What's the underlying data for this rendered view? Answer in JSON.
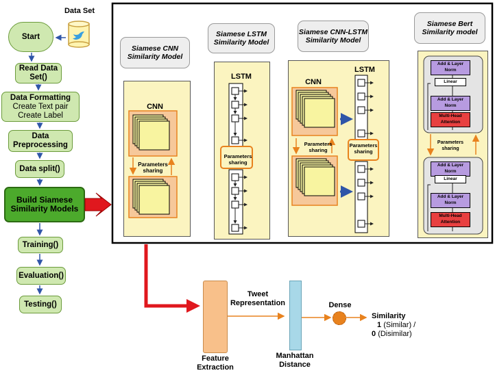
{
  "dataset_label": "Data Set",
  "flow": {
    "start": "Start",
    "read": "Read Data Set()",
    "formatting_title": "Data Formatting",
    "formatting_sub1": "Create Text pair",
    "formatting_sub2": "Create Label",
    "preprocessing": "Data Preprocessing",
    "split": "Data split()",
    "build": "Build Siamese Similarity Models",
    "training": "Training()",
    "evaluation": "Evaluation()",
    "testing": "Testing()"
  },
  "models": {
    "cnn_title": "Siamese CNN Similarity Model",
    "cnn_label": "CNN",
    "lstm_title": "Siamese LSTM Similarity Model",
    "lstm_label": "LSTM",
    "cnnlstm_title": "Siamese CNN-LSTM Similarity Model",
    "cnnlstm_cnn": "CNN",
    "cnnlstm_lstm": "LSTM",
    "bert_title": "Siamese Bert Similarity model",
    "param_sharing": "Parameters sharing",
    "add_norm": "Add & Layer Norm",
    "linear": "Linear",
    "mha": "Multi-Head Attention"
  },
  "bottom": {
    "feature_extraction": "Feature Extraction",
    "tweet_representation": "Tweet Representation",
    "manhattan": "Manhattan Distance",
    "dense": "Dense",
    "similarity": "Similarity",
    "sim1_num": "1",
    "sim1_text": "(Similar) /",
    "sim0_num": "0",
    "sim0_text": "(Disimilar)"
  },
  "colors": {
    "flow_fill": "#cfe8b0",
    "build_fill": "#4caa2c",
    "panel_fill": "#fbf4c0",
    "orange": "#e8821e",
    "blue_arrow": "#2f55a8",
    "red_arrow": "#e0181e",
    "bert_purple": "#b79be0",
    "bert_red": "#e84040"
  }
}
